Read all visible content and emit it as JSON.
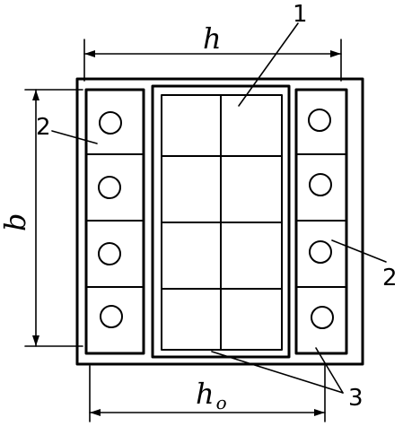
{
  "labels": {
    "top_dimension": "h",
    "left_dimension": "b",
    "bottom_dimension": "h",
    "bottom_dimension_subscript": "o",
    "callout_1": "1",
    "callout_2_left": "2",
    "callout_2_right": "2",
    "callout_3": "3"
  },
  "diagram": {
    "left_column_circles": 4,
    "right_column_circles": 4,
    "central_grid_rows": 4,
    "central_grid_columns": 2
  }
}
